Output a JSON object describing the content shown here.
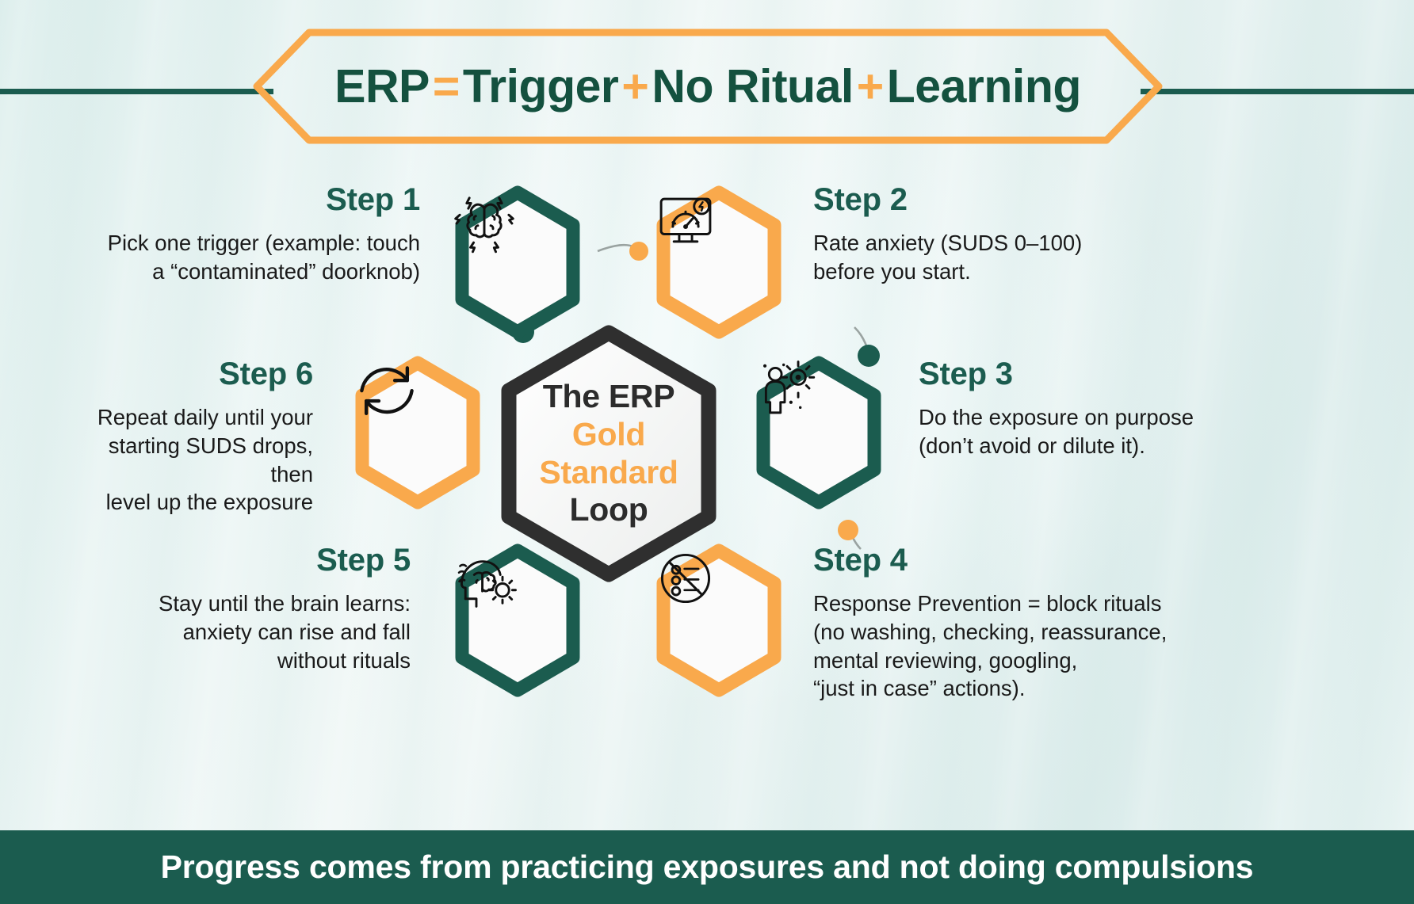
{
  "colors": {
    "green": "#1b5c4f",
    "orange": "#f9a94c",
    "dark": "#2f2f2f",
    "text": "#1a1a1a",
    "bg_light": "#e8f3f2",
    "white": "#ffffff"
  },
  "header": {
    "title_parts": [
      {
        "text": "ERP ",
        "kind": "word"
      },
      {
        "text": "=",
        "kind": "op"
      },
      {
        "text": " Trigger ",
        "kind": "word"
      },
      {
        "text": "+",
        "kind": "op"
      },
      {
        "text": " No Ritual ",
        "kind": "word"
      },
      {
        "text": "+",
        "kind": "op"
      },
      {
        "text": " Learning",
        "kind": "word"
      }
    ],
    "title_plain": "ERP = Trigger + No Ritual + Learning"
  },
  "center": {
    "line1": "The ERP",
    "line2": "Gold",
    "line3": "Standard",
    "line4": "Loop"
  },
  "steps": [
    {
      "id": "step-1",
      "label": "Step 1",
      "body": "Pick one trigger (example: touch\na “contaminated” doorknob)",
      "icon": "brain-lightning-icon",
      "color": "green",
      "side": "left"
    },
    {
      "id": "step-2",
      "label": "Step 2",
      "body": "Rate anxiety (SUDS 0–100)\nbefore you start.",
      "icon": "anxiety-meter-monitor-icon",
      "color": "orange",
      "side": "right"
    },
    {
      "id": "step-3",
      "label": "Step 3",
      "body": "Do the exposure on purpose\n(don’t avoid or dilute it).",
      "icon": "person-germs-icon",
      "color": "green",
      "side": "right"
    },
    {
      "id": "step-4",
      "label": "Step 4",
      "body": "Response Prevention = block rituals\n(no washing, checking, reassurance,\nmental reviewing, googling,\n“just in case” actions).",
      "icon": "no-checklist-icon",
      "color": "orange",
      "side": "right"
    },
    {
      "id": "step-5",
      "label": "Step 5",
      "body": "Stay until the brain learns:\nanxiety can rise and fall\nwithout rituals",
      "icon": "head-brain-gear-icon",
      "color": "green",
      "side": "left"
    },
    {
      "id": "step-6",
      "label": "Step 6",
      "body": "Repeat daily until your\nstarting SUDS drops, then\nlevel up the exposure",
      "icon": "repeat-arrows-icon",
      "color": "orange",
      "side": "left"
    }
  ],
  "footer": {
    "message": "Progress comes from practicing exposures and not doing compulsions"
  }
}
